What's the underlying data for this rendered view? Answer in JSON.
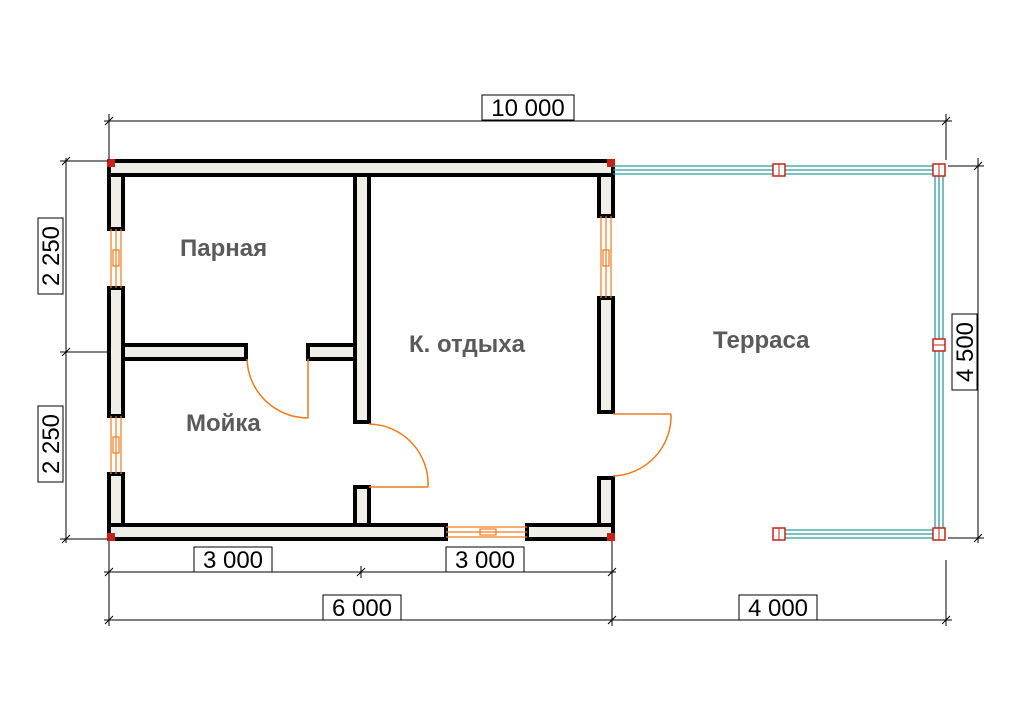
{
  "rooms": {
    "steam_room": "Парная",
    "wash_room": "Мойка",
    "rest_room": "К. отдыха",
    "terrace": "Терраса"
  },
  "dimensions": {
    "overall_width": "10 000",
    "left_top_height": "2 250",
    "left_bottom_height": "2 250",
    "terrace_height": "4 500",
    "bottom_left_segment": "3 000",
    "bottom_middle_segment": "3 000",
    "house_width": "6 000",
    "terrace_width": "4 000"
  },
  "colors": {
    "walls": "#000000",
    "wall_fill": "#efefe8",
    "doors_windows": "#f07a1e",
    "terrace_rail": "#2a9d9d",
    "corner_marks": "#c8201c",
    "room_labels": "#5a5a5a"
  }
}
